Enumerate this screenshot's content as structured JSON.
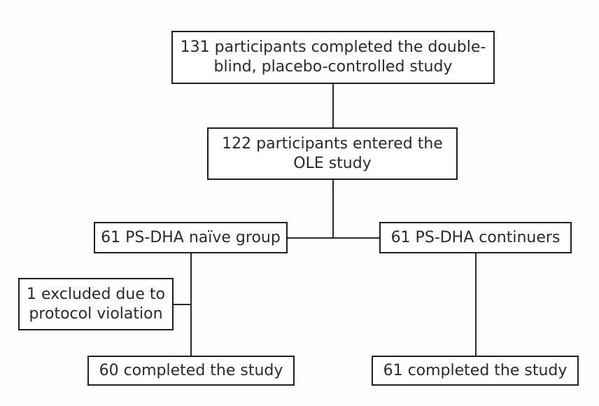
{
  "flowchart": {
    "completed_double_blind": "131 participants completed the double-\nblind, placebo-controlled study",
    "entered_ole": "122 participants entered the\nOLE study",
    "naive_group": "61 PS-DHA naïve group",
    "continuers": "61 PS-DHA continuers",
    "excluded": "1 excluded due to\nprotocol violation",
    "naive_completed": "60 completed the study",
    "continuers_completed": "61 completed the study"
  },
  "colors": {
    "line": "#2a2a2a",
    "text": "#2a2a2a",
    "background": "#fdfdfd"
  }
}
